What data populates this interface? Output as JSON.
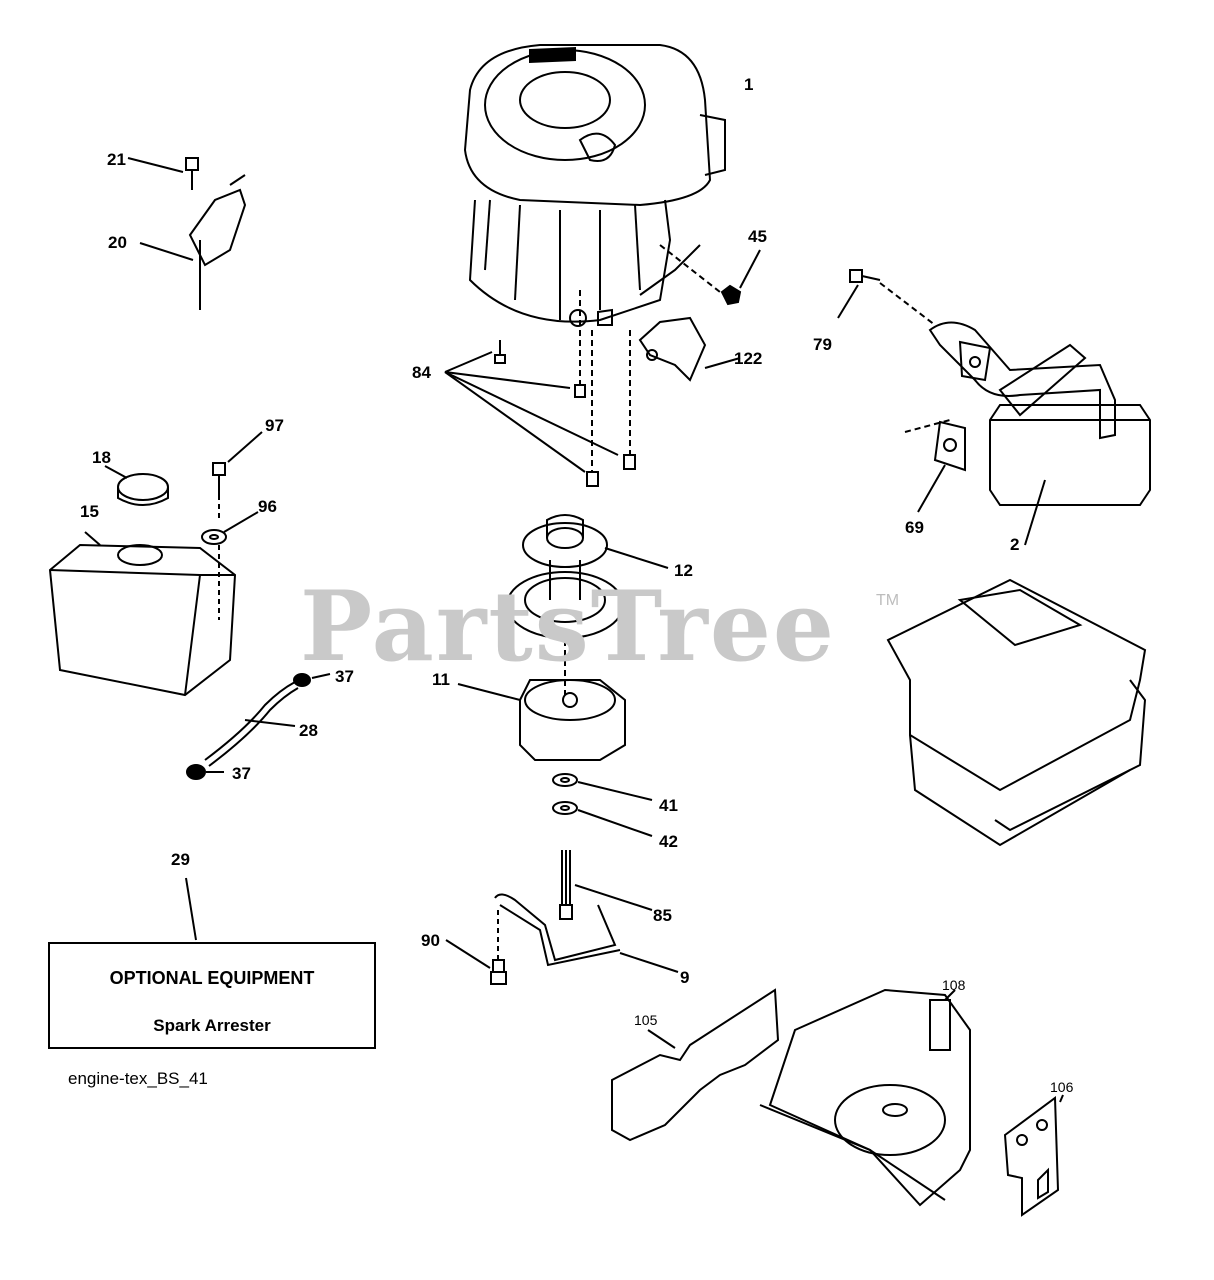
{
  "watermark": {
    "brand": "PartsTree",
    "trademark": "TM"
  },
  "reference_code": "engine-tex_BS_41",
  "optional_equipment": {
    "title": "OPTIONAL EQUIPMENT",
    "item": "Spark Arrester",
    "callout": "29"
  },
  "callouts": {
    "c1": "1",
    "c2": "2",
    "c9": "9",
    "c11": "11",
    "c12": "12",
    "c15": "15",
    "c18": "18",
    "c20": "20",
    "c21": "21",
    "c28": "28",
    "c37a": "37",
    "c37b": "37",
    "c41": "41",
    "c42": "42",
    "c45": "45",
    "c69": "69",
    "c79": "79",
    "c84": "84",
    "c85": "85",
    "c90": "90",
    "c96": "96",
    "c97": "97",
    "c105": "105",
    "c106": "106",
    "c108": "108",
    "c122": "122"
  },
  "colors": {
    "line": "#000000",
    "watermark": "#c9c9c9",
    "background": "#ffffff"
  }
}
